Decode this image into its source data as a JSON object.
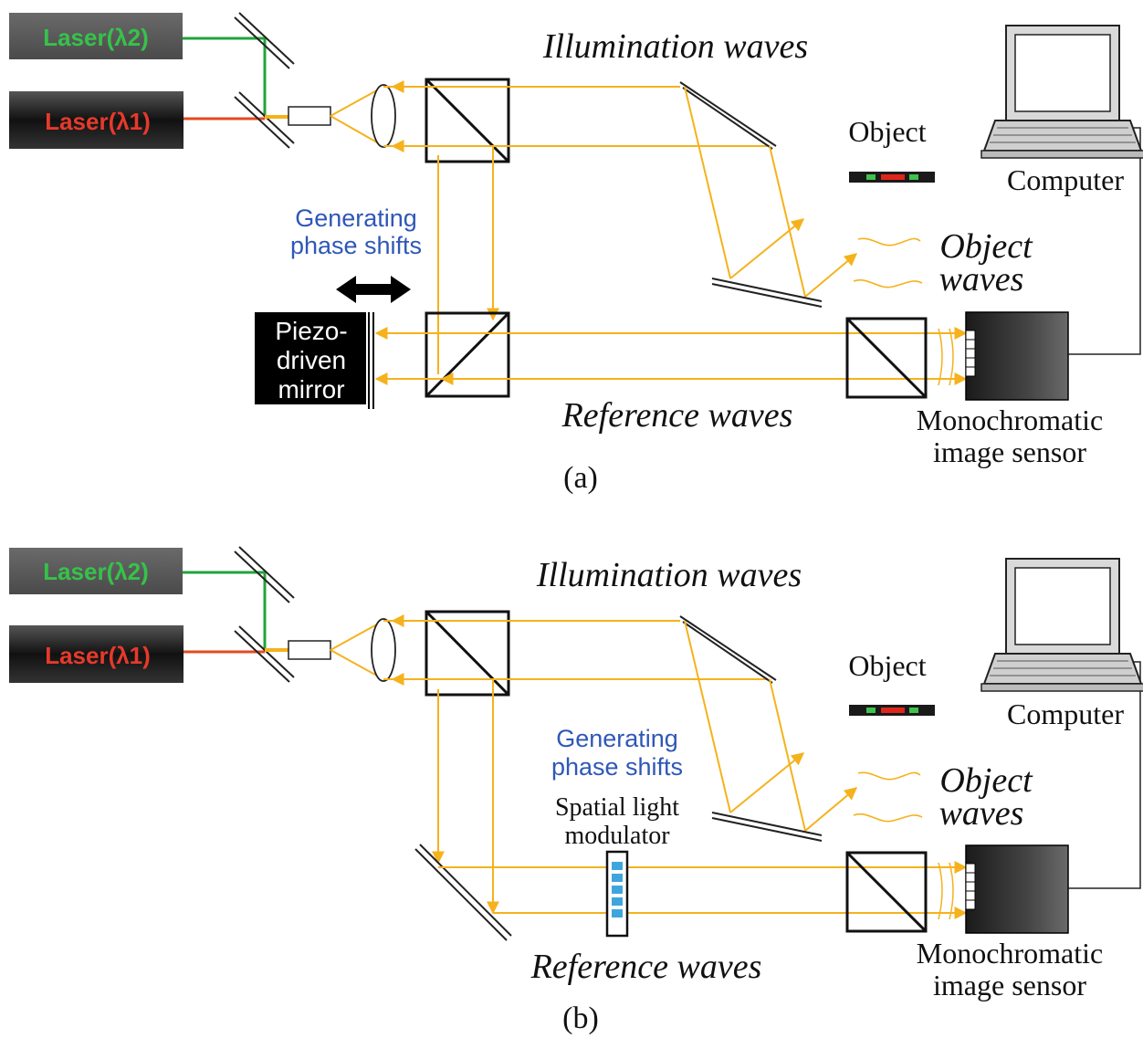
{
  "colors": {
    "beam": "#f5b21c",
    "laser2_text": "#36c24a",
    "laser1_text": "#e53a2b",
    "laser2_line": "#22a33a",
    "laser1_line": "#e24a22",
    "phase_text": "#2f57b8",
    "slm_pixel": "#3ea6dd"
  },
  "panel_a": {
    "laser2_label": "Laser(λ2)",
    "laser1_label": "Laser(λ1)",
    "illumination_label": "Illumination waves",
    "object_label": "Object",
    "computer_label": "Computer",
    "phase_line1": "Generating",
    "phase_line2": "phase shifts",
    "object_waves_line1": "Object",
    "object_waves_line2": "waves",
    "piezo_line1": "Piezo-",
    "piezo_line2": "driven",
    "piezo_line3": "mirror",
    "reference_label": "Reference waves",
    "sensor_line1": "Monochromatic",
    "sensor_line2": "image sensor",
    "caption": "(a)"
  },
  "panel_b": {
    "laser2_label": "Laser(λ2)",
    "laser1_label": "Laser(λ1)",
    "illumination_label": "Illumination waves",
    "object_label": "Object",
    "computer_label": "Computer",
    "phase_line1": "Generating",
    "phase_line2": "phase shifts",
    "slm_line1": "Spatial light",
    "slm_line2": "modulator",
    "object_waves_line1": "Object",
    "object_waves_line2": "waves",
    "reference_label": "Reference waves",
    "sensor_line1": "Monochromatic",
    "sensor_line2": "image sensor",
    "caption": "(b)"
  }
}
